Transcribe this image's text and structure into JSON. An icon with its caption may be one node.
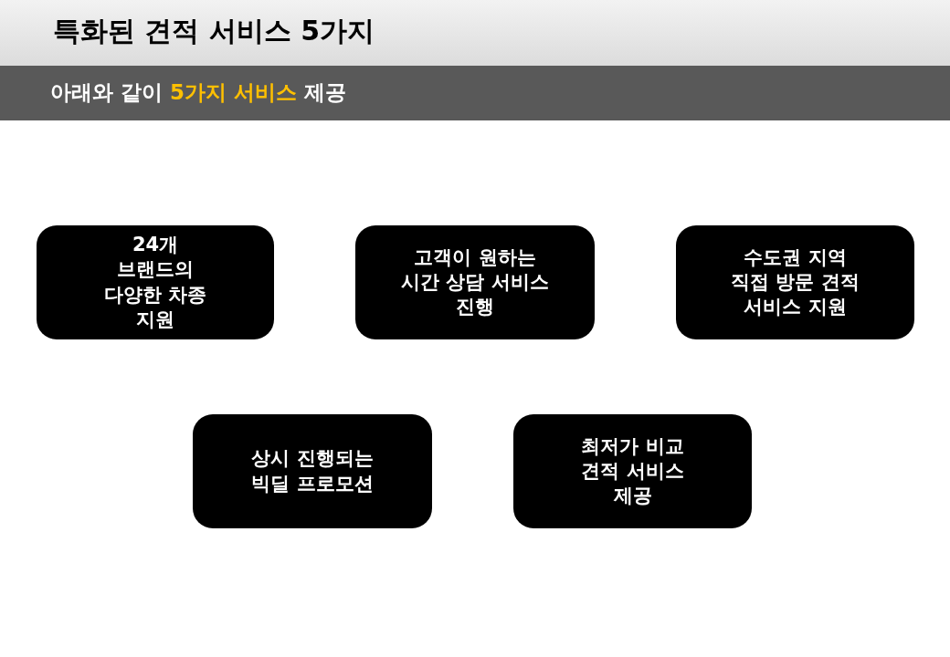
{
  "diagram": {
    "title": "특화된 견적 서비스 5가지",
    "nodes": [
      {
        "text": [
          "24개 브랜드의 다양한 차종 지원"
        ]
      },
      {
        "text": [
          "고객이 원하는 시간 상담 서비스 진행"
        ]
      },
      {
        "text": [
          "수도권 지역 직접 방문 견적 서비스 지원"
        ]
      },
      {
        "text": [
          "상시 진행되는 빅딜 프로모션"
        ]
      },
      {
        "text": [
          "최저가 비교 견적 서비스 제공"
        ]
      }
    ],
    "labels": [
      "아래와 같이 **5가지 서비스** 제공"
    ]
  }
}
